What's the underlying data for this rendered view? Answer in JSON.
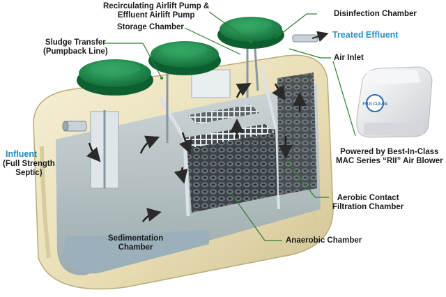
{
  "labels": {
    "recirc_line1": "Recirculating Airlift Pump &",
    "recirc_line2": "Effluent Airlift Pump",
    "sludge_line1": "Sludge Transfer",
    "sludge_line2": "(Pumpback Line)",
    "storage": "Storage Chamber",
    "disinfection": "Disinfection Chamber",
    "treated_effluent": "Treated Effluent",
    "air_inlet": "Air Inlet",
    "influent": "Influent",
    "influent_sub1": "(Full Strength",
    "influent_sub2": "Septic)",
    "powered_line1": "Powered by Best-In-Class",
    "powered_line2": "MAC Series “RII” Air Blower",
    "aerobic_line1": "Aerobic Contact",
    "aerobic_line2": "Filtration Chamber",
    "anaerobic": "Anaerobic Chamber",
    "sedimentation_line1": "Sedimentation",
    "sedimentation_line2": "Chamber",
    "blower_logo": "FUJI CLEAN"
  },
  "colors": {
    "leader_line": "#2e7d32",
    "tank_body": "#ece3bf",
    "lid": "#1f8a4c",
    "effluent_text": "#2a8fcc",
    "influent_text": "#1f86c2"
  }
}
